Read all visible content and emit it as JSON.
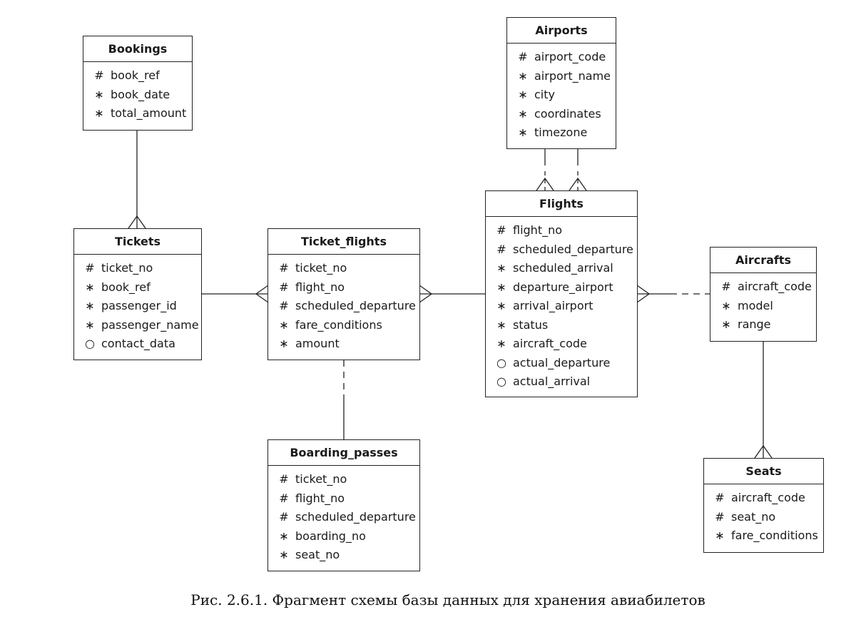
{
  "entities": {
    "bookings": {
      "name": "Bookings",
      "attrs": [
        {
          "marker": "#",
          "name": "book_ref"
        },
        {
          "marker": "∗",
          "name": "book_date"
        },
        {
          "marker": "∗",
          "name": "total_amount"
        }
      ]
    },
    "airports": {
      "name": "Airports",
      "attrs": [
        {
          "marker": "#",
          "name": "airport_code"
        },
        {
          "marker": "∗",
          "name": "airport_name"
        },
        {
          "marker": "∗",
          "name": "city"
        },
        {
          "marker": "∗",
          "name": "coordinates"
        },
        {
          "marker": "∗",
          "name": "timezone"
        }
      ]
    },
    "tickets": {
      "name": "Tickets",
      "attrs": [
        {
          "marker": "#",
          "name": "ticket_no"
        },
        {
          "marker": "∗",
          "name": "book_ref"
        },
        {
          "marker": "∗",
          "name": "passenger_id"
        },
        {
          "marker": "∗",
          "name": "passenger_name"
        },
        {
          "marker": "○",
          "name": "contact_data"
        }
      ]
    },
    "ticket_flights": {
      "name": "Ticket_flights",
      "attrs": [
        {
          "marker": "#",
          "name": "ticket_no"
        },
        {
          "marker": "#",
          "name": "flight_no"
        },
        {
          "marker": "#",
          "name": "scheduled_departure"
        },
        {
          "marker": "∗",
          "name": "fare_conditions"
        },
        {
          "marker": "∗",
          "name": "amount"
        }
      ]
    },
    "flights": {
      "name": "Flights",
      "attrs": [
        {
          "marker": "#",
          "name": "flight_no"
        },
        {
          "marker": "#",
          "name": "scheduled_departure"
        },
        {
          "marker": "∗",
          "name": "scheduled_arrival"
        },
        {
          "marker": "∗",
          "name": "departure_airport"
        },
        {
          "marker": "∗",
          "name": "arrival_airport"
        },
        {
          "marker": "∗",
          "name": "status"
        },
        {
          "marker": "∗",
          "name": "aircraft_code"
        },
        {
          "marker": "○",
          "name": "actual_departure"
        },
        {
          "marker": "○",
          "name": "actual_arrival"
        }
      ]
    },
    "aircrafts": {
      "name": "Aircrafts",
      "attrs": [
        {
          "marker": "#",
          "name": "aircraft_code"
        },
        {
          "marker": "∗",
          "name": "model"
        },
        {
          "marker": "∗",
          "name": "range"
        }
      ]
    },
    "boarding_passes": {
      "name": "Boarding_passes",
      "attrs": [
        {
          "marker": "#",
          "name": "ticket_no"
        },
        {
          "marker": "#",
          "name": "flight_no"
        },
        {
          "marker": "#",
          "name": "scheduled_departure"
        },
        {
          "marker": "∗",
          "name": "boarding_no"
        },
        {
          "marker": "∗",
          "name": "seat_no"
        }
      ]
    },
    "seats": {
      "name": "Seats",
      "attrs": [
        {
          "marker": "#",
          "name": "aircraft_code"
        },
        {
          "marker": "#",
          "name": "seat_no"
        },
        {
          "marker": "∗",
          "name": "fare_conditions"
        }
      ]
    }
  },
  "relationships": [
    {
      "from": "bookings",
      "to": "tickets",
      "to_cardinality": "many",
      "style": "solid"
    },
    {
      "from": "airports",
      "to": "flights",
      "to_cardinality": "many",
      "style": "dashed"
    },
    {
      "from": "airports",
      "to": "flights",
      "to_cardinality": "many",
      "style": "dashed"
    },
    {
      "from": "tickets",
      "to": "ticket_flights",
      "to_cardinality": "many",
      "style": "solid"
    },
    {
      "from": "flights",
      "to": "ticket_flights",
      "to_cardinality": "many",
      "style": "solid"
    },
    {
      "from": "aircrafts",
      "to": "flights",
      "to_cardinality": "many",
      "style": "dashed"
    },
    {
      "from": "ticket_flights",
      "to": "boarding_passes",
      "to_cardinality": "one",
      "style": "dashed-solid"
    },
    {
      "from": "aircrafts",
      "to": "seats",
      "to_cardinality": "many",
      "style": "solid"
    }
  ],
  "caption": "Рис. 2.6.1. Фрагмент схемы базы данных для хранения авиабилетов"
}
